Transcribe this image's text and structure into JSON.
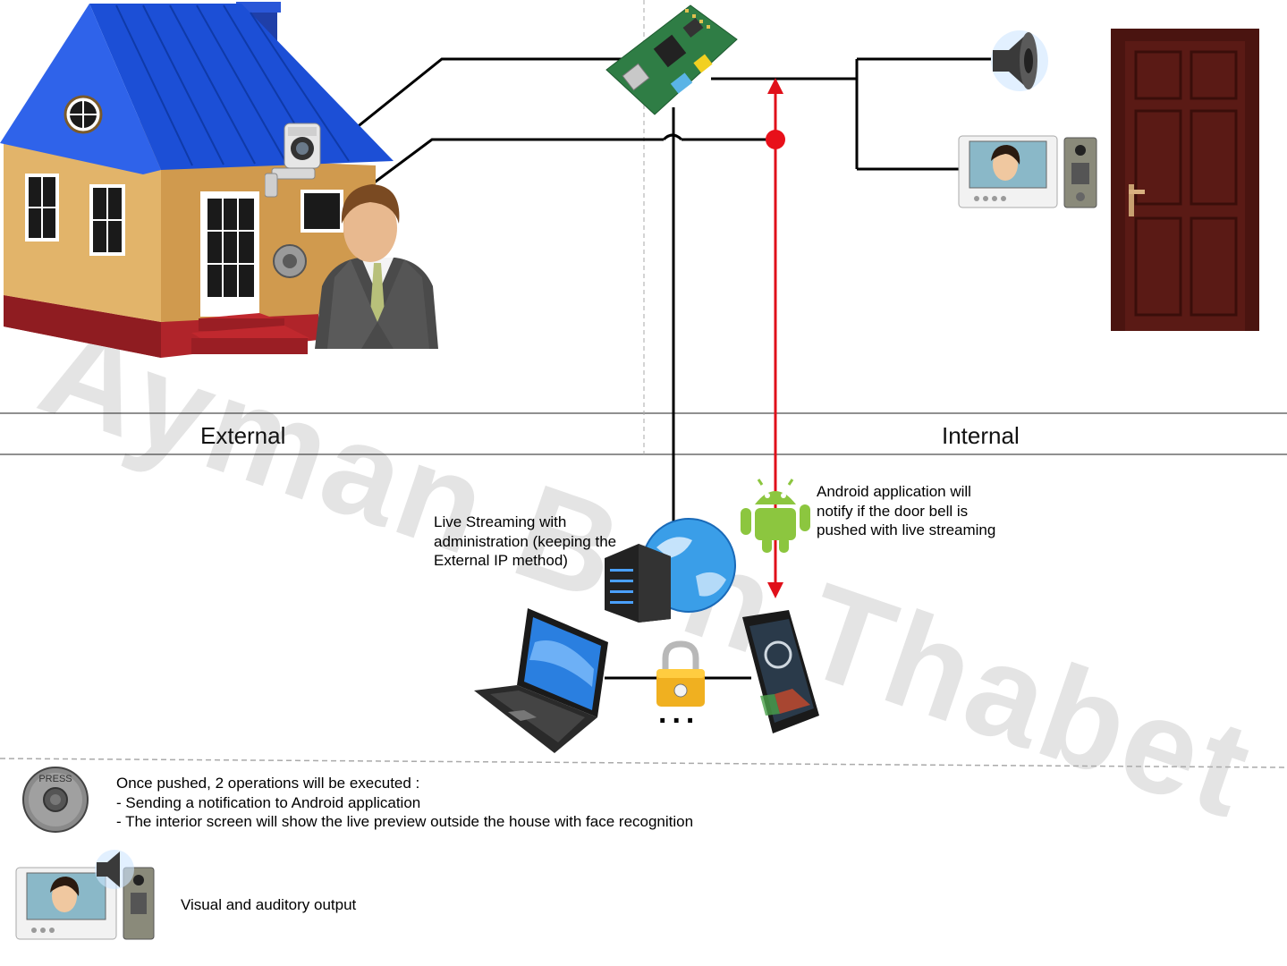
{
  "watermark": "Ayman Ben Thabet",
  "zones": {
    "external_label": "External",
    "internal_label": "Internal"
  },
  "notes": {
    "live_streaming": "Live Streaming with\nadministration (keeping the\nExternal IP method)",
    "android": "Android application will\nnotify if the door bell is\npushed with live streaming"
  },
  "ellipsis": "...",
  "legend": {
    "doorbell_text": "Once pushed, 2 operations will be executed :\n- Sending a notification to Android application\n- The interior screen will show the live preview outside the house with face recognition",
    "bell_press_text": "PRESS",
    "output_text": "Visual and auditory output"
  },
  "colors": {
    "roof": "#1c4fd6",
    "wall": "#d7a85d",
    "base": "#b0242a",
    "board": "#2f7d45",
    "signal_line": "#e0101a",
    "door": "#5a1a15",
    "android": "#8cc63f"
  }
}
